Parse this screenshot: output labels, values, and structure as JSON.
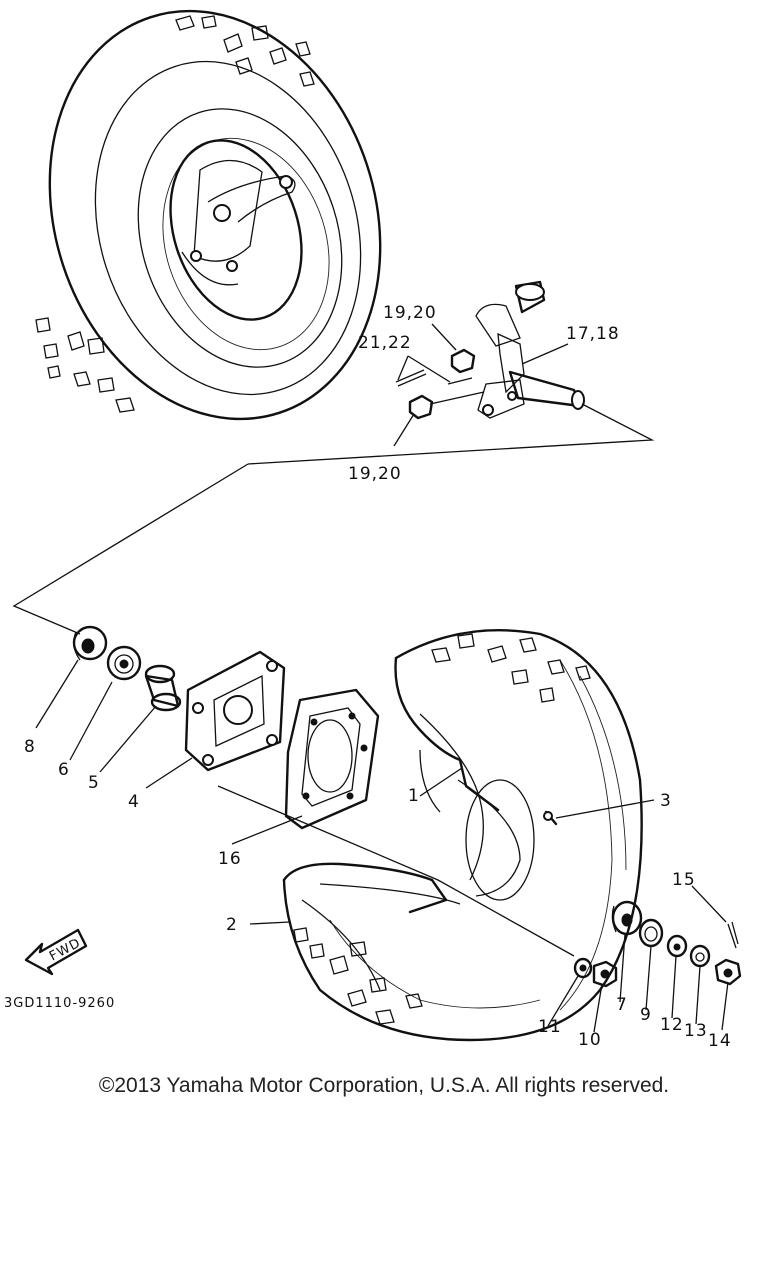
{
  "diagram": {
    "callouts": {
      "c1": "1",
      "c2": "2",
      "c3": "3",
      "c4": "4",
      "c5": "5",
      "c6": "6",
      "c7": "7",
      "c8": "8",
      "c9": "9",
      "c10": "10",
      "c11": "11",
      "c12": "12",
      "c13": "13",
      "c14": "14",
      "c15": "15",
      "c16": "16",
      "c17_18": "17,18",
      "c19_20_top": "19,20",
      "c19_20_bottom": "19,20",
      "c21_22": "21,22"
    },
    "fwd_arrow": "FWD",
    "drawing_code": "3GD1110-9260"
  },
  "footer": {
    "copyright": "©2013 Yamaha Motor Corporation, U.S.A. All rights reserved."
  }
}
